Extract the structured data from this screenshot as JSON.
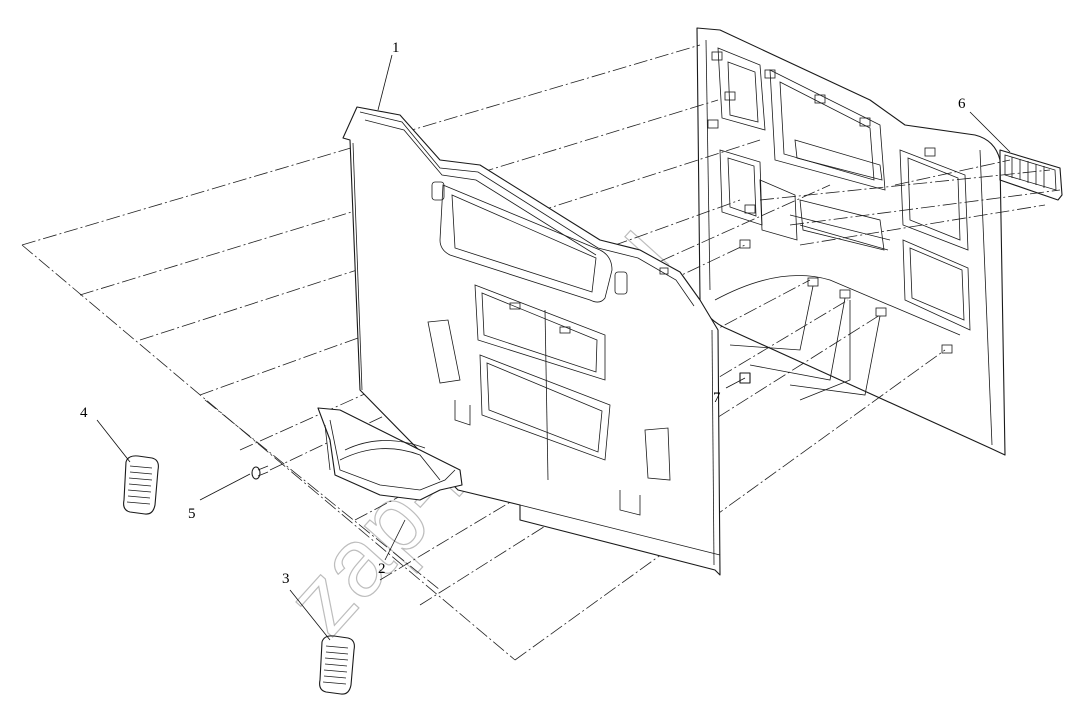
{
  "callouts": {
    "p1": "1",
    "p2": "2",
    "p3": "3",
    "p4": "4",
    "p5": "5",
    "p6": "6",
    "p7": "7"
  },
  "watermark": "zap-kram.ru"
}
